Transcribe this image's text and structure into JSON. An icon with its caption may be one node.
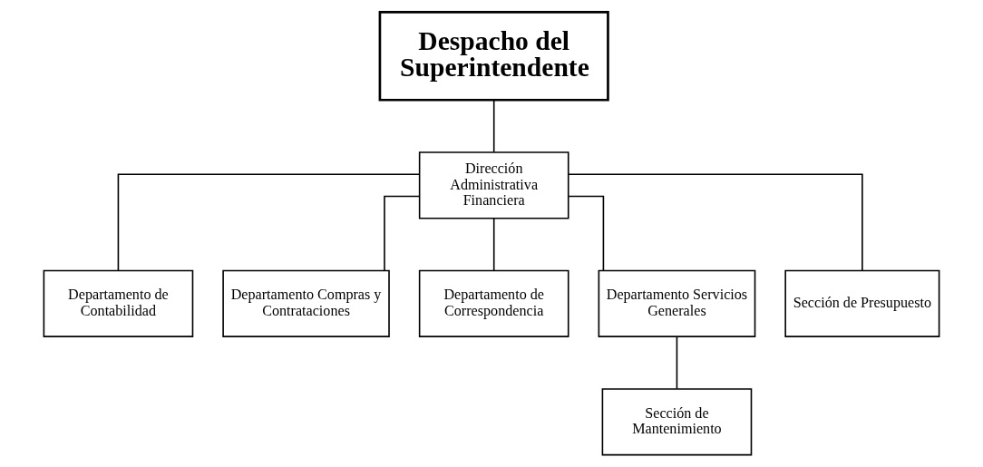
{
  "diagram": {
    "nodes": [
      {
        "text": [
          "Despacho del Superintendente"
        ]
      },
      {
        "text": [
          "Dirección Administrativa Financiera"
        ]
      },
      {
        "text": [
          "Departamento de Contabilidad"
        ]
      },
      {
        "text": [
          "Departamento Compras y Contrataciones"
        ]
      },
      {
        "text": [
          "Departamento de Correspondencia"
        ]
      },
      {
        "text": [
          "Departamento Servicios Generales"
        ]
      },
      {
        "text": [
          "Sección de Presupuesto"
        ]
      },
      {
        "text": [
          "Sección de Mantenimiento"
        ]
      }
    ],
    "edges": [
      {
        "from": 0,
        "to": 1,
        "arrow": "none"
      },
      {
        "from": 1,
        "to": 2,
        "arrow": "none"
      },
      {
        "from": 1,
        "to": 3,
        "arrow": "none"
      },
      {
        "from": 1,
        "to": 4,
        "arrow": "none"
      },
      {
        "from": 1,
        "to": 5,
        "arrow": "none"
      },
      {
        "from": 1,
        "to": 6,
        "arrow": "none"
      },
      {
        "from": 5,
        "to": 7,
        "arrow": "none"
      }
    ]
  }
}
